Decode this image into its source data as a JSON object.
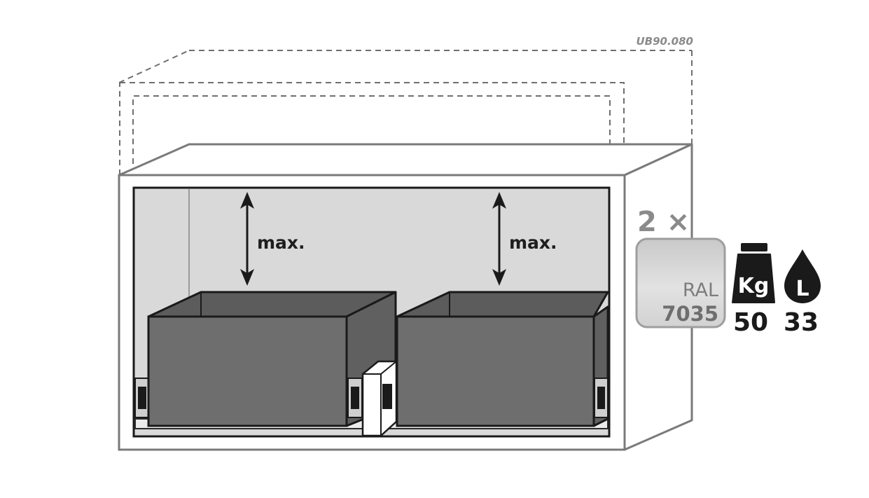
{
  "model_code": "UB90.080",
  "compartments": [
    {
      "clearance_label": "max."
    },
    {
      "clearance_label": "max."
    }
  ],
  "drawer_count": "2 ×",
  "color": {
    "label": "RAL",
    "code": "7035"
  },
  "load": {
    "unit": "Kg",
    "value": "50"
  },
  "volume": {
    "unit": "L",
    "value": "33"
  },
  "colors": {
    "body_grey": "#d9d9d9",
    "drawer_grey": "#6e6e6e",
    "outline": "#1a1a1a",
    "cabinet_outline": "#7a7a7a"
  }
}
